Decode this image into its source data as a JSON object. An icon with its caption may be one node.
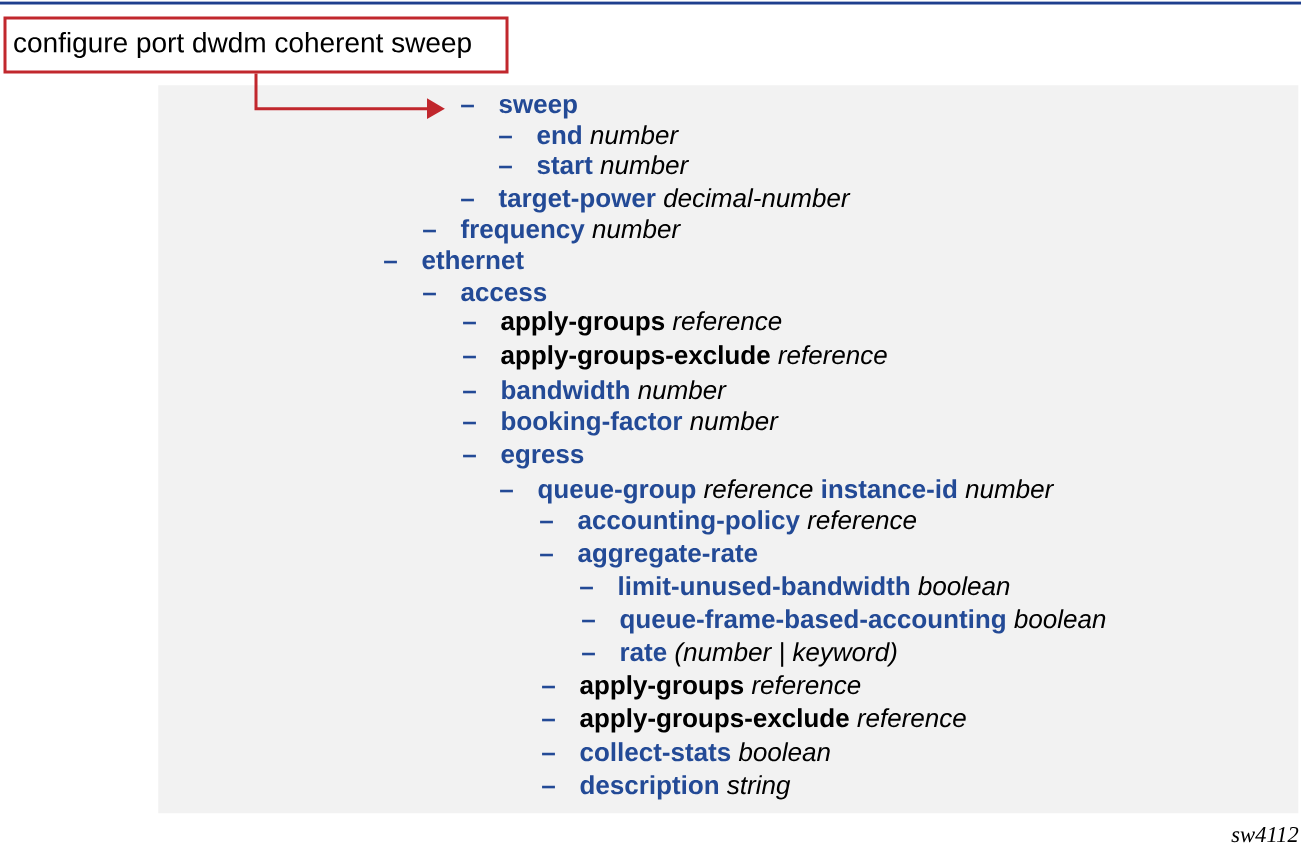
{
  "diagram": {
    "nodes": [
      {
        "text": [
          "configure port dwdm coherent sweep"
        ]
      },
      {
        "text": [
          "– **end** *number*",
          "– **start** *number*",
          "– **target-power** *decimal-number*",
          "– **frequency** *number*",
          "– **ethernet**",
          "– **access**",
          "– **apply-groups** *reference*",
          "– **apply-groups-exclude** *reference*",
          "– **bandwidth** *number*",
          "– **booking-factor** *number*",
          "– **egress**",
          "– **queue-group** *reference* **instance-id** *number*",
          "– **accounting-policy** *reference*",
          "– **aggregate-rate**",
          "– **limit-unused-bandwidth** *boolean*",
          "– **queue-frame-based-accounting** *boolean*",
          "– **rate** *(number | keyword)*",
          "– **apply-groups** *reference*",
          "– **apply-groups-exclude** *reference*",
          "– **collect-stats** *boolean*",
          "– **description** *string*"
        ]
      },
      {
        "text": [
          "– **sweep**"
        ],
        "in": 1
      }
    ],
    "edges": [
      {
        "from": 0,
        "to": 2,
        "arrow": "to"
      }
    ],
    "labels": [
      "sw4112"
    ]
  }
}
